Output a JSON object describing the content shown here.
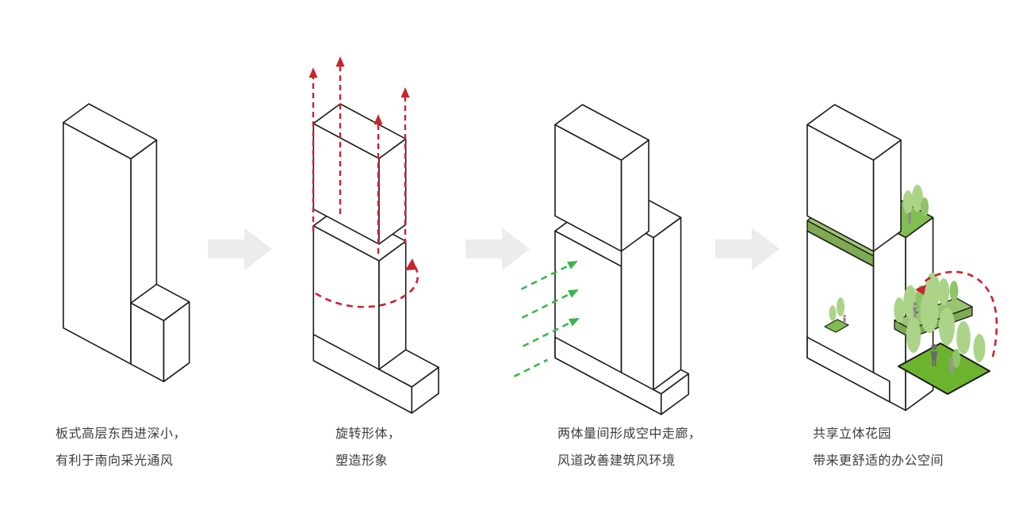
{
  "diagram": {
    "type": "architectural-concept-massing-sequence",
    "step_count": 4,
    "steps": [
      {
        "name": "slab-massing",
        "caption": [
          "板式高层东西进深小，",
          "有利于南向采光通风"
        ],
        "icons": []
      },
      {
        "name": "rotate-massing",
        "caption": [
          "旋转形体，",
          "塑造形象"
        ],
        "icons": [
          "red-up-arrows-icon",
          "rotation-arrow-icon"
        ]
      },
      {
        "name": "sky-corridor",
        "caption": [
          "两体量间形成空中走廊，",
          "风道改善建筑风环境"
        ],
        "icons": [
          "green-wind-arrows-icon"
        ]
      },
      {
        "name": "shared-garden",
        "caption": [
          "共享立体花园",
          "带来更舒适的办公空间"
        ],
        "icons": [
          "roof-garden",
          "terrace-garden",
          "ground-garden",
          "red-curved-arrow-icon",
          "tree-icon",
          "person-icon"
        ]
      }
    ],
    "process_arrow_count": 3
  },
  "colors": {
    "background": "#ffffff",
    "line": "#1a1a1a",
    "text": "#3c3c3c",
    "red_accent": "#c9242b",
    "green_accent": "#3bb54a",
    "garden_green": "#6db42e",
    "terrace_green": "#82bd52",
    "band_green_top": "#9cc470",
    "band_green_side": "#7fa953",
    "tree_light": "#abd489",
    "tree_mid": "#8fc468",
    "person_dark": "#6a6a6a",
    "person_gray": "#8a8a8a",
    "person_light": "#9a9a9a",
    "process_arrow_gray": "#ececec"
  }
}
